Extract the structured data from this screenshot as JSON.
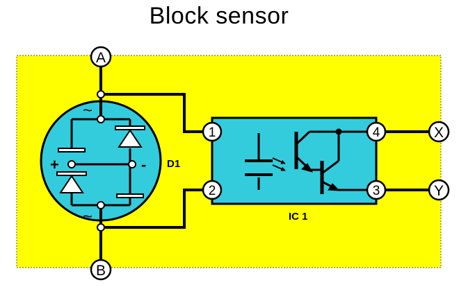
{
  "title": "Block sensor",
  "colors": {
    "board": "#ffff00",
    "component": "#33ccdd",
    "background": "#ffffff",
    "ink": "#000000"
  },
  "terminals": {
    "a": "A",
    "b": "B",
    "x": "X",
    "y": "Y"
  },
  "bridge": {
    "ref": "D1",
    "plus": "+",
    "minus": "-",
    "ac_symbol": "~"
  },
  "optocoupler": {
    "ref": "IC 1",
    "pins": [
      "1",
      "2",
      "3",
      "4"
    ]
  }
}
